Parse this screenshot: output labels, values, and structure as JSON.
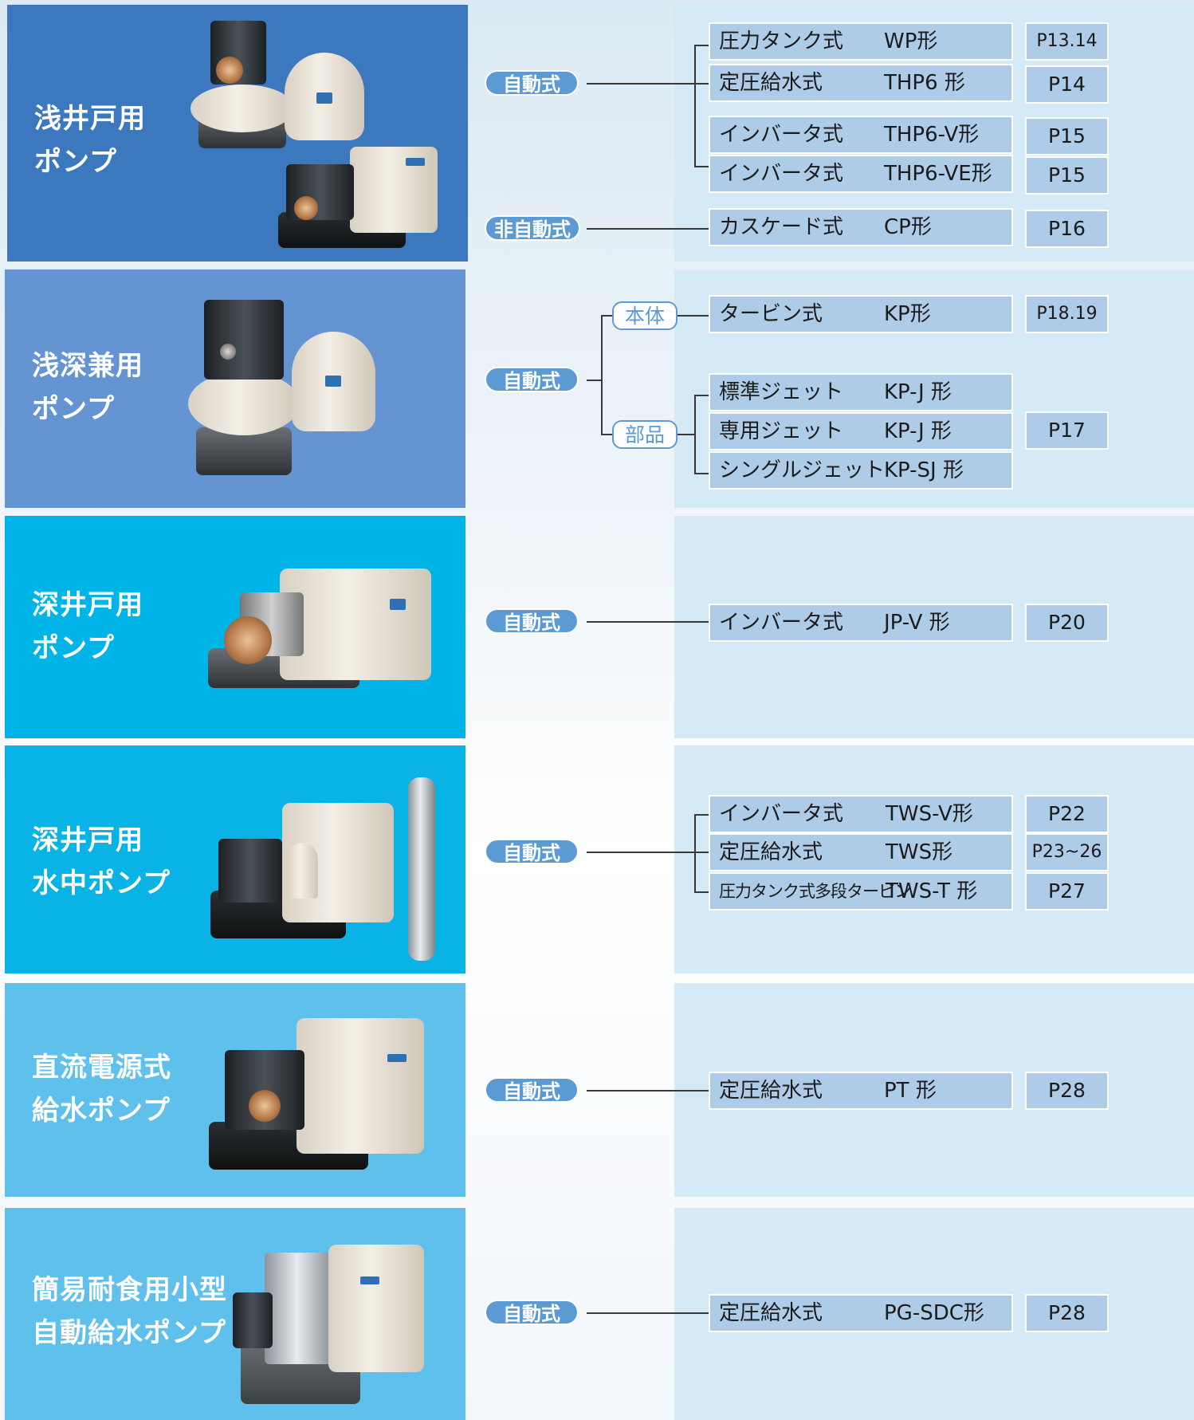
{
  "sections": [
    {
      "title_line1": "浅井戸用",
      "title_line2": "ポンプ",
      "color": "#3b78bd",
      "groups": [
        {
          "label": "自動式"
        },
        {
          "label": "非自動式"
        }
      ],
      "rows": [
        {
          "type": "圧力タンク式",
          "model": "WP形"
        },
        {
          "type": "定圧給水式",
          "model": "THP6 形"
        },
        {
          "type": "インバータ式",
          "model": "THP6-V形"
        },
        {
          "type": "インバータ式",
          "model": "THP6-VE形"
        },
        {
          "type": "カスケード式",
          "model": "CP形"
        }
      ],
      "pages": [
        "P13.14",
        "P14",
        "P15",
        "P15",
        "P16"
      ]
    },
    {
      "title_line1": "浅深兼用",
      "title_line2": "ポンプ",
      "color": "#6495d2",
      "groups": [
        {
          "label": "自動式"
        }
      ],
      "subgroups": [
        "本体",
        "部品"
      ],
      "rows": [
        {
          "type": "タービン式",
          "model": "KP形"
        },
        {
          "type": "標準ジェット",
          "model": "KP-J 形"
        },
        {
          "type": "専用ジェット",
          "model": "KP-J 形"
        },
        {
          "type": "シングルジェット",
          "model": "KP-SJ 形"
        }
      ],
      "pages": [
        "P18.19",
        "P17"
      ]
    },
    {
      "title_line1": "深井戸用",
      "title_line2": "ポンプ",
      "color": "#00b4e8",
      "groups": [
        {
          "label": "自動式"
        }
      ],
      "rows": [
        {
          "type": "インバータ式",
          "model": "JP-V 形"
        }
      ],
      "pages": [
        "P20"
      ]
    },
    {
      "title_line1": "深井戸用",
      "title_line2": "水中ポンプ",
      "color": "#09b3e6",
      "groups": [
        {
          "label": "自動式"
        }
      ],
      "rows": [
        {
          "type": "インバータ式",
          "model": "TWS-V形"
        },
        {
          "type": "定圧給水式",
          "model": "TWS形"
        },
        {
          "type": "圧力タンク式多段タービン",
          "model": "TWS-T 形"
        }
      ],
      "pages": [
        "P22",
        "P23~26",
        "P27"
      ]
    },
    {
      "title_line1": "直流電源式",
      "title_line2": "給水ポンプ",
      "color": "#5fc0ec",
      "groups": [
        {
          "label": "自動式"
        }
      ],
      "rows": [
        {
          "type": "定圧給水式",
          "model": "PT 形"
        }
      ],
      "pages": [
        "P28"
      ]
    },
    {
      "title_line1": "簡易耐食用小型",
      "title_line2": "自動給水ポンプ",
      "color": "#5fc0ec",
      "groups": [
        {
          "label": "自動式"
        }
      ],
      "rows": [
        {
          "type": "定圧給水式",
          "model": "PG-SDC形"
        }
      ],
      "pages": [
        "P28"
      ]
    }
  ]
}
